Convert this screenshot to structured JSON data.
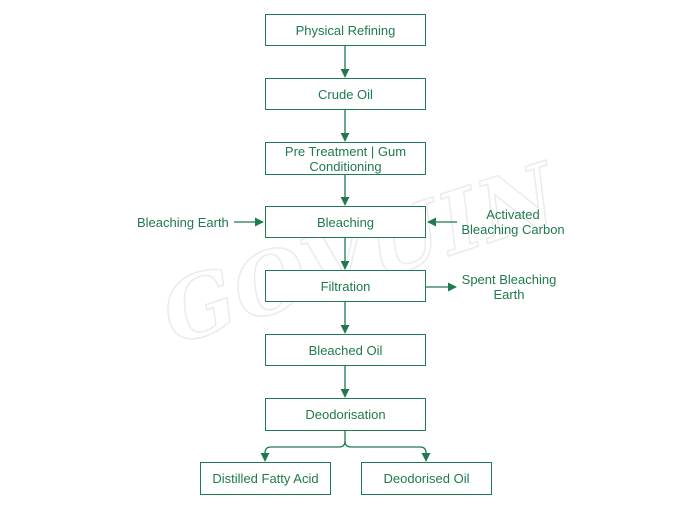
{
  "colors": {
    "stroke": "#1f7a4d",
    "text": "#1f7a4d",
    "background": "#ffffff"
  },
  "watermark": {
    "text": "GOVUIN"
  },
  "nodes": {
    "physical_refining": "Physical Refining",
    "crude_oil": "Crude Oil",
    "pre_treatment": "Pre Treatment | Gum Conditioning",
    "bleaching": "Bleaching",
    "filtration": "Filtration",
    "bleached_oil": "Bleached Oil",
    "deodorisation": "Deodorisation",
    "distilled_fatty_acid": "Distilled Fatty Acid",
    "deodorised_oil": "Deodorised Oil"
  },
  "side_labels": {
    "bleaching_earth": "Bleaching Earth",
    "activated_carbon": "Activated Bleaching Carbon",
    "spent_bleaching_earth": "Spent Bleaching Earth"
  }
}
